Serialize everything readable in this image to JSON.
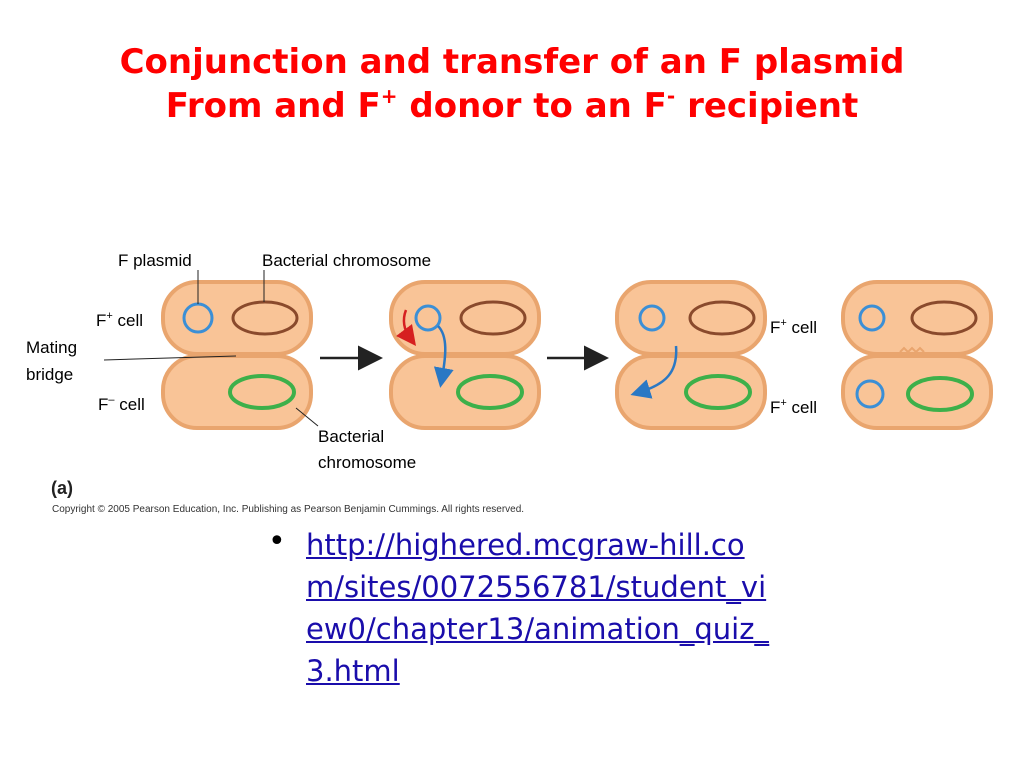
{
  "title": {
    "line1": "Conjunction and transfer of an F plasmid",
    "line2_a": "From and F",
    "line2_sup1": "+",
    "line2_b": " donor to an F",
    "line2_sup2": "-",
    "line2_c": " recipient"
  },
  "labels": {
    "f_plasmid": "F plasmid",
    "bacterial_chromosome_top": "Bacterial chromosome",
    "f_plus_cell": "F",
    "f_plus_sup": "+",
    "cell_word": " cell",
    "mating_line1": "Mating",
    "mating_line2": "bridge",
    "f_minus_cell": "F",
    "f_minus_sup": "–",
    "bottom_chrom_line1": "Bacterial",
    "bottom_chrom_line2": "chromosome",
    "right_f_plus_top": "F",
    "right_f_plus_bottom": "F"
  },
  "panel_label": "(a)",
  "copyright": "Copyright © 2005 Pearson Education, Inc. Publishing as Pearson Benjamin Cummings. All rights reserved.",
  "bullet": {
    "symbol": "•",
    "link_text": "http://highered.mcgraw-hill.com/sites/0072556781/student_view0/chapter13/animation_quiz_3.html"
  },
  "colors": {
    "title": "#ff0000",
    "cell_fill": "#f9c497",
    "cell_stroke": "#e9a56e",
    "plasmid": "#3b8fd6",
    "chromosome_brown": "#8a4a2c",
    "chromosome_green": "#3db04a",
    "link": "#1a0dab"
  }
}
